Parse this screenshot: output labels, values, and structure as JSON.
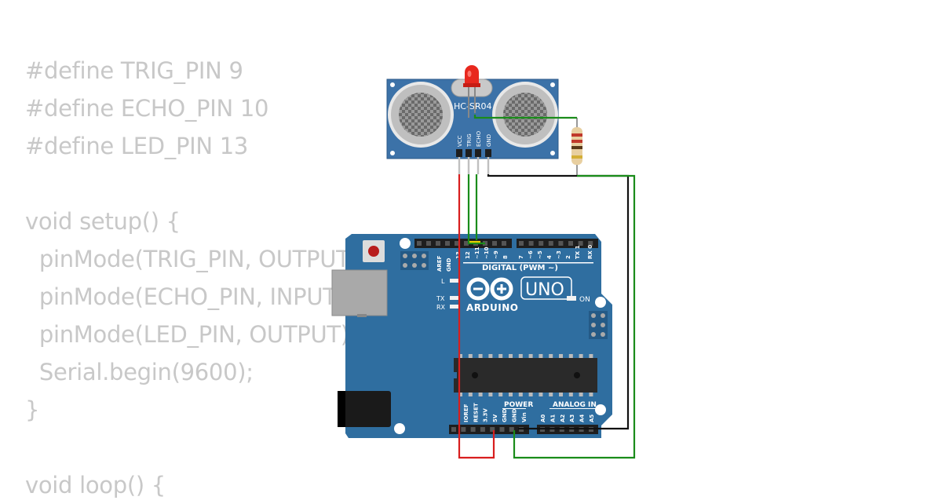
{
  "code": {
    "lines": [
      "#define TRIG_PIN 9",
      "#define ECHO_PIN 10",
      "#define LED_PIN 13",
      "",
      "void setup() {",
      "  pinMode(TRIG_PIN, OUTPUT);",
      "  pinMode(ECHO_PIN, INPUT);",
      "  pinMode(LED_PIN, OUTPUT);",
      "  Serial.begin(9600);",
      "}",
      "",
      "void loop() {"
    ]
  },
  "sensor": {
    "model_label": "HC-SR04",
    "pins": [
      "VCC",
      "TRIG",
      "ECHO",
      "GND"
    ]
  },
  "board": {
    "brand": "ARDUINO",
    "model": "UNO",
    "digital_header_label": "DIGITAL (PWM ~)",
    "power_label": "POWER",
    "analog_label": "ANALOG IN",
    "on_label": "ON",
    "led_l_label": "L",
    "tx_label": "TX",
    "rx_label": "RX",
    "digital_pins": [
      "AREF",
      "GND",
      "13",
      "12",
      "~11",
      "~10",
      "~9",
      "8",
      "7",
      "~6",
      "~5",
      "4",
      "~3",
      "2",
      "TX 1",
      "RX 0"
    ],
    "power_pins": [
      "IOREF",
      "RESET",
      "3.3V",
      "5V",
      "GND",
      "GND",
      "Vin"
    ],
    "analog_pins": [
      "A0",
      "A1",
      "A2",
      "A3",
      "A4",
      "A5"
    ]
  },
  "colors": {
    "board_blue": "#2f6ea0",
    "board_dark": "#245a86",
    "sensor_blue": "#3c72a8",
    "wire_red": "#d81e1e",
    "wire_green": "#1a8c1a",
    "wire_black": "#111111",
    "wire_yellow": "#e8d000",
    "led_red": "#e8281e",
    "code_text": "#c8c8c8"
  }
}
